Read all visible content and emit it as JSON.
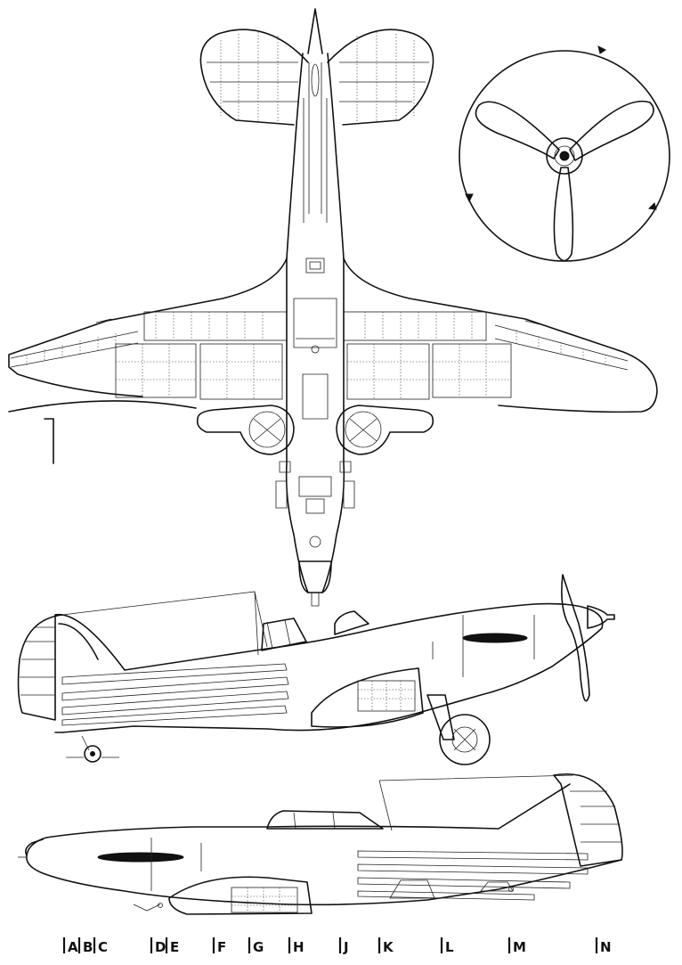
{
  "stations": [
    {
      "id": "A",
      "label": "A"
    },
    {
      "id": "B",
      "label": "B"
    },
    {
      "id": "C",
      "label": "C"
    },
    {
      "id": "D",
      "label": "D"
    },
    {
      "id": "E",
      "label": "E"
    },
    {
      "id": "F",
      "label": "F"
    },
    {
      "id": "G",
      "label": "G"
    },
    {
      "id": "H",
      "label": "H"
    },
    {
      "id": "J",
      "label": "J"
    },
    {
      "id": "K",
      "label": "K"
    },
    {
      "id": "L",
      "label": "L"
    },
    {
      "id": "M",
      "label": "M"
    },
    {
      "id": "N",
      "label": "N"
    }
  ],
  "views": {
    "plan": {
      "icon": "aircraft-planform-view"
    },
    "propeller": {
      "icon": "three-blade-propeller-icon",
      "blades": 3
    },
    "side_right": {
      "icon": "aircraft-side-view-right"
    },
    "side_left": {
      "icon": "aircraft-side-view-left"
    }
  }
}
